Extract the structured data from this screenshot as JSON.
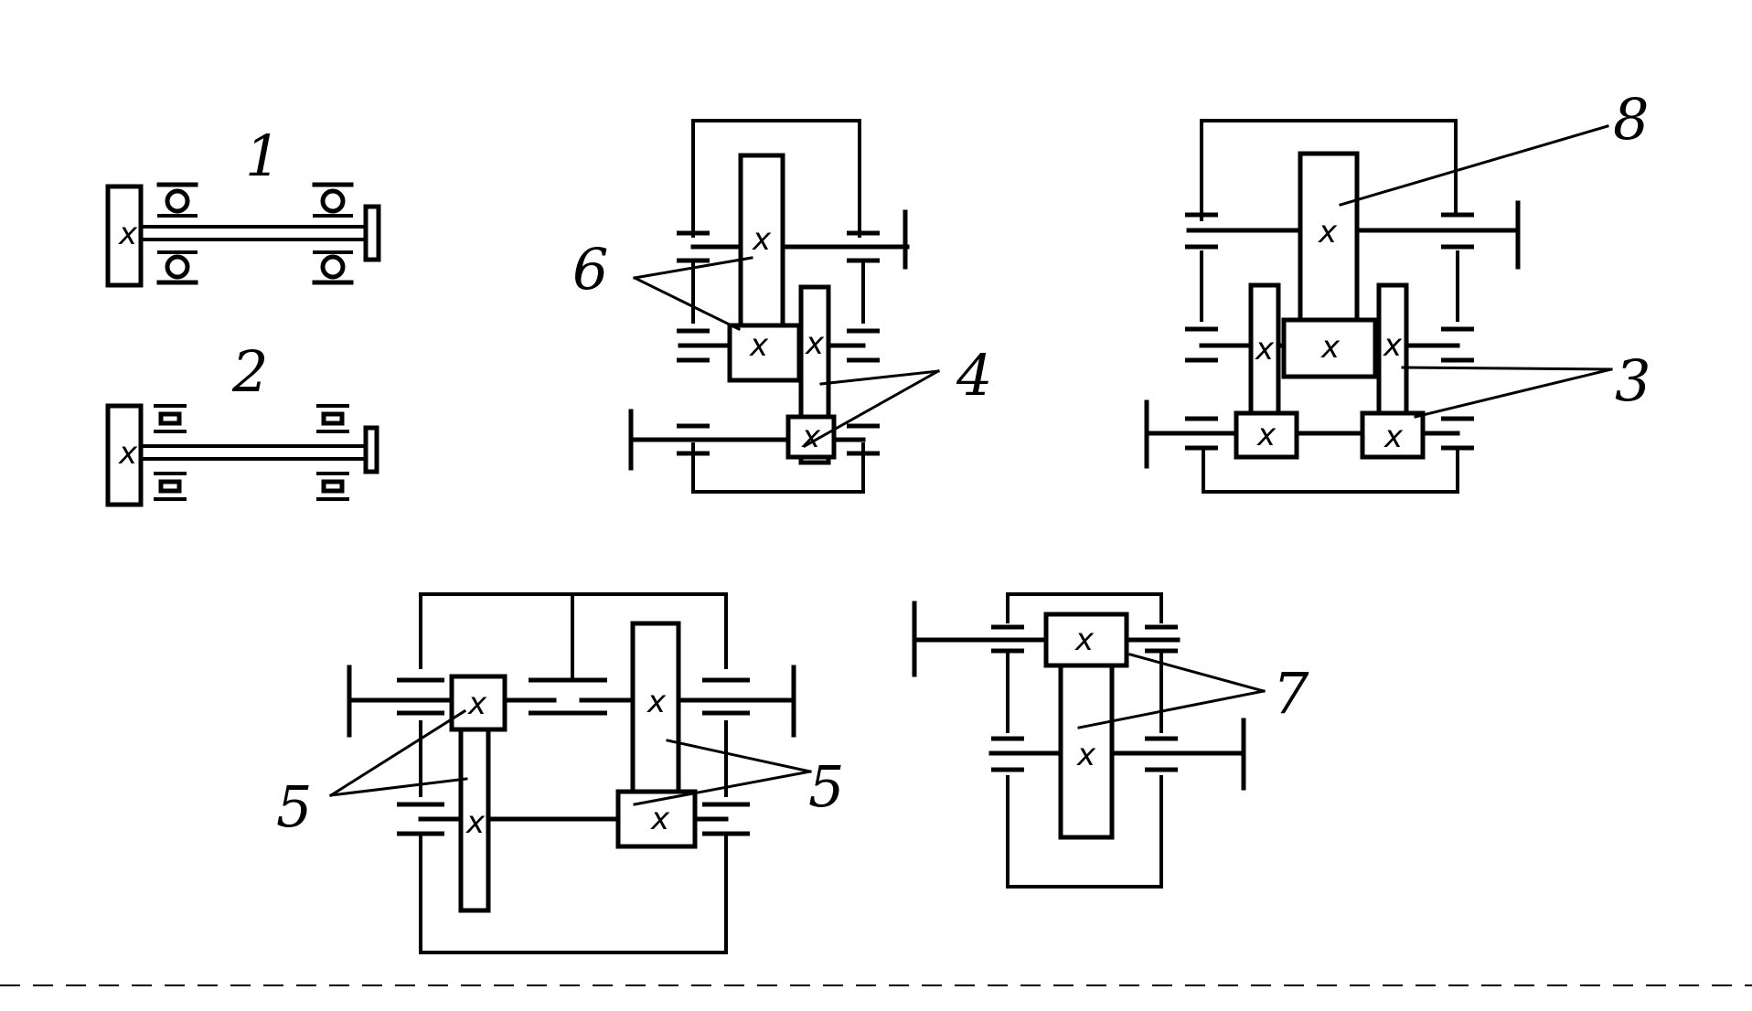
{
  "labels": {
    "l1": "1",
    "l2": "2",
    "l3": "3",
    "l4": "4",
    "l5a": "5",
    "l5b": "5",
    "l6": "6",
    "l7": "7",
    "l8": "8"
  },
  "gear_mark": "x"
}
